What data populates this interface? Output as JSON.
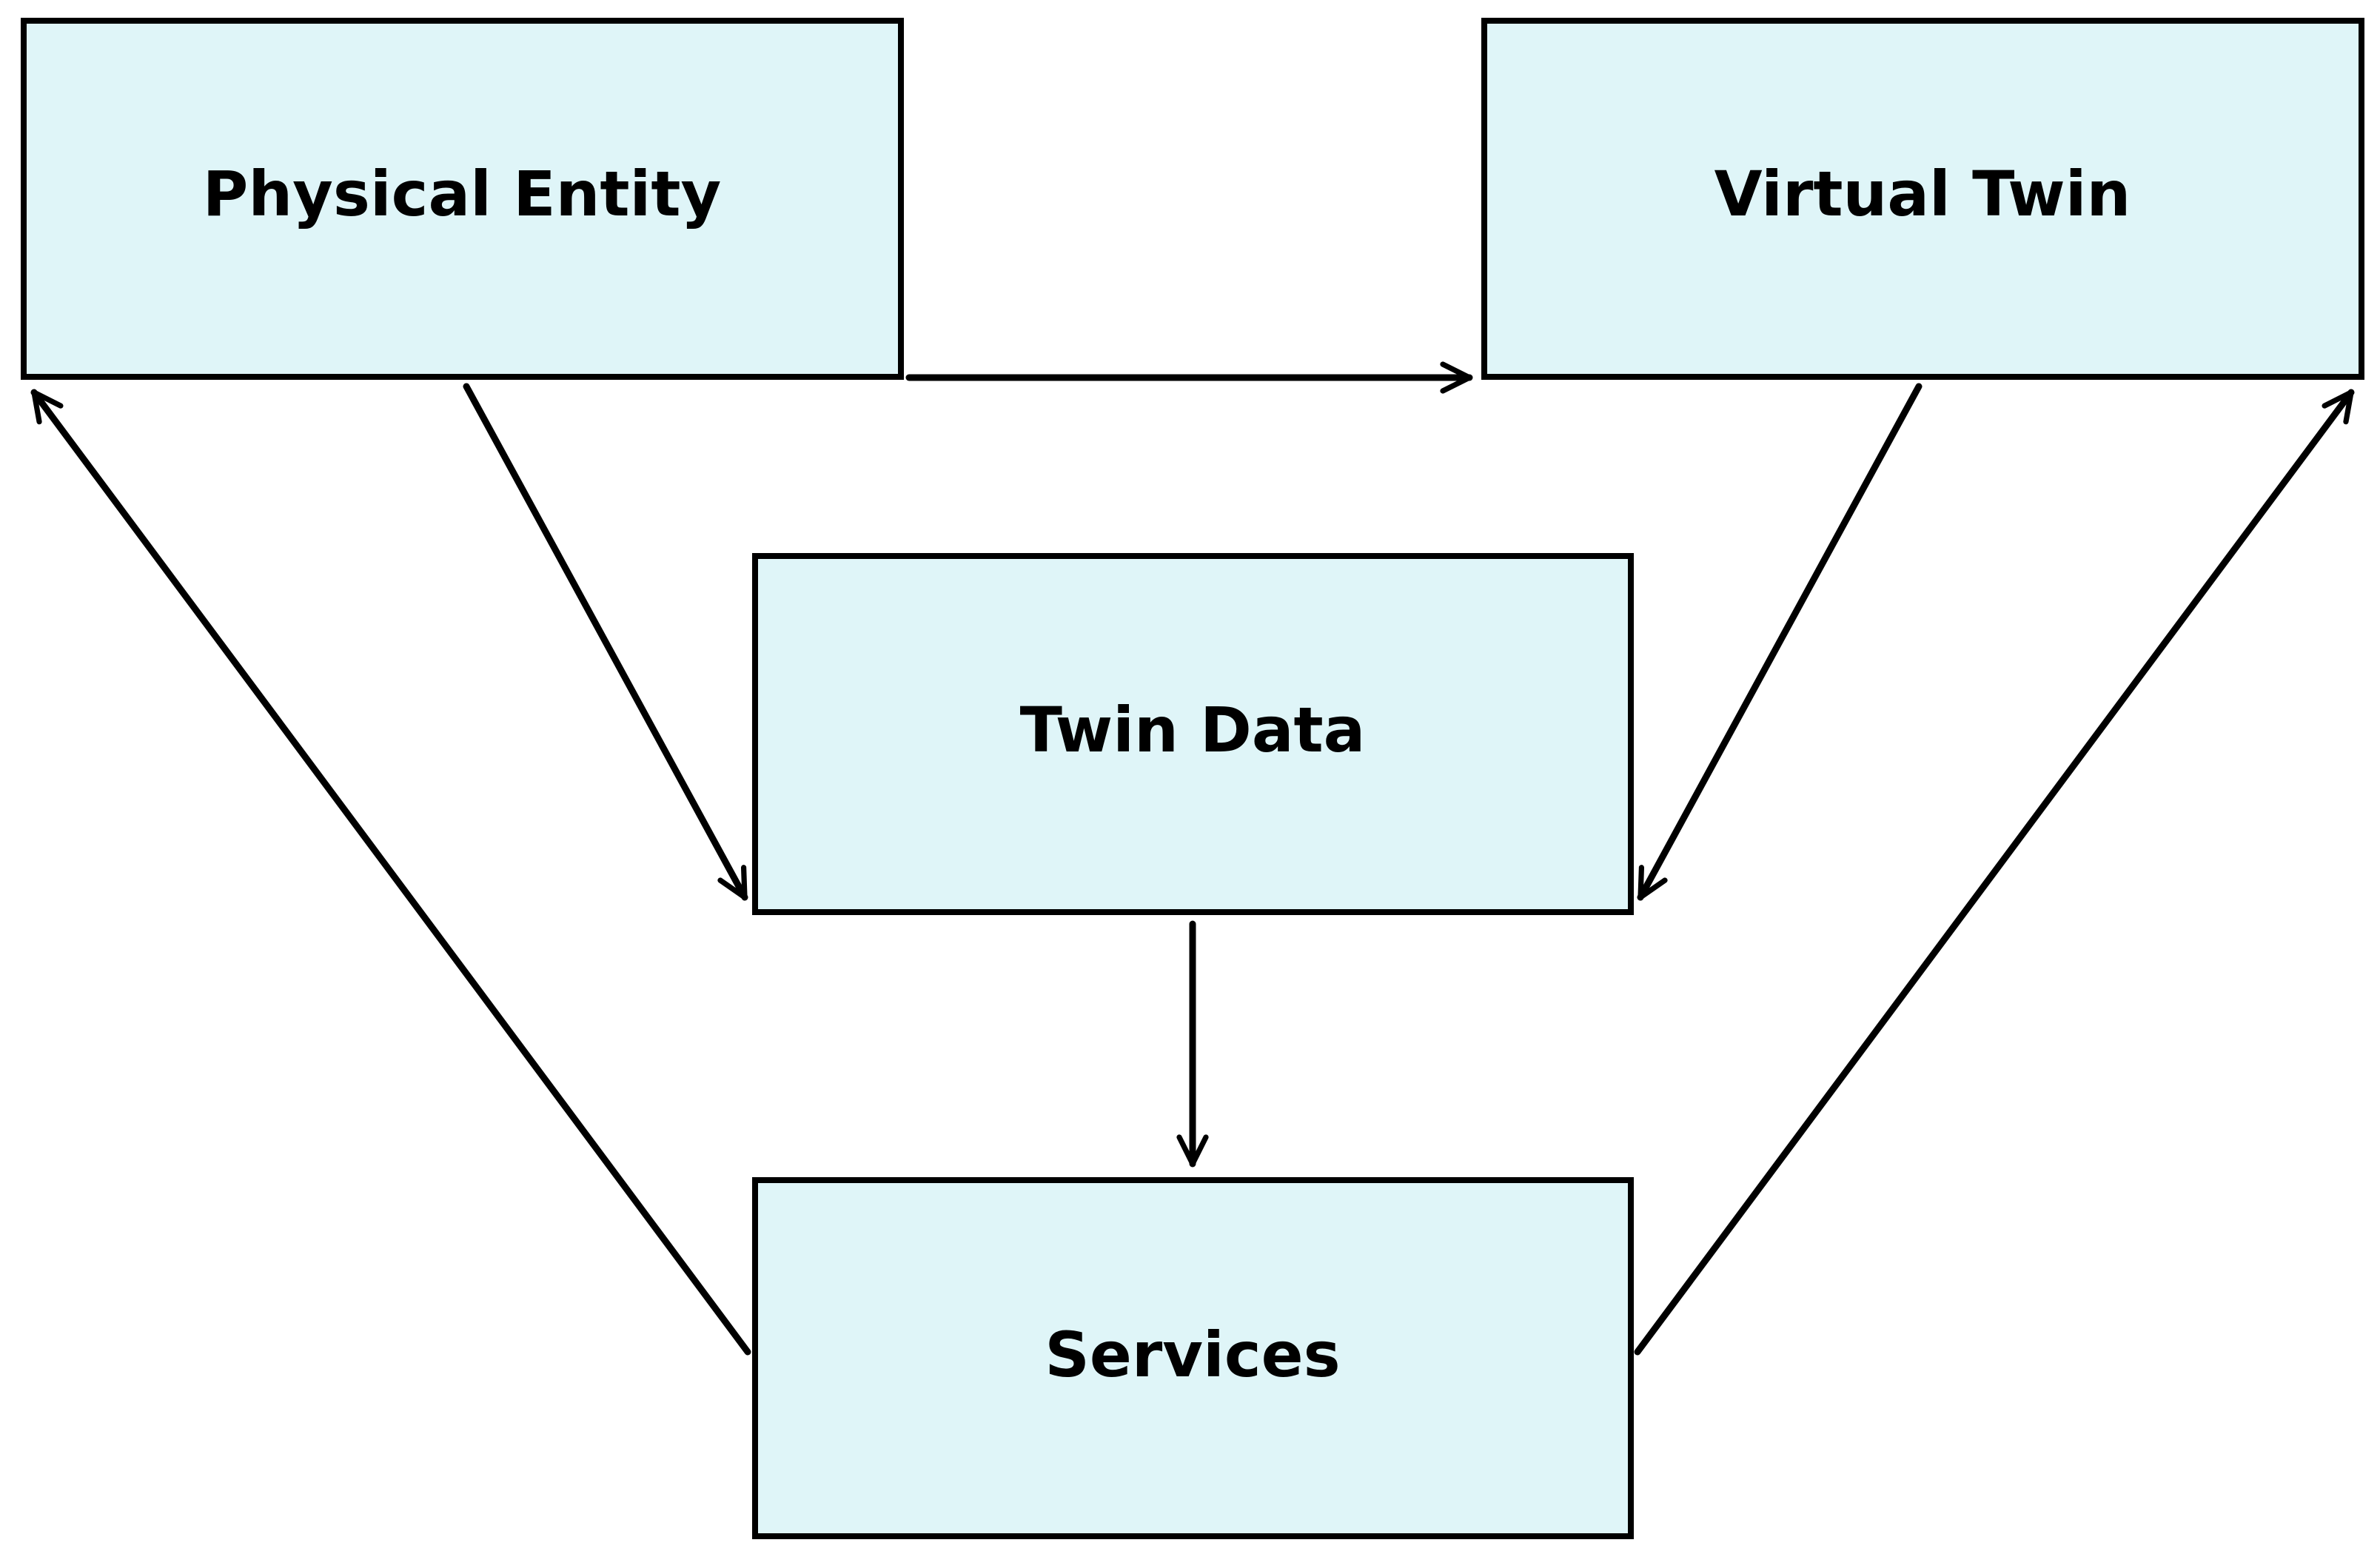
{
  "diagram": {
    "nodes": {
      "physical_entity": {
        "label": "Physical Entity"
      },
      "virtual_twin": {
        "label": "Virtual Twin"
      },
      "twin_data": {
        "label": "Twin Data"
      },
      "services": {
        "label": "Services"
      }
    },
    "edges": [
      {
        "from": "physical_entity",
        "to": "virtual_twin"
      },
      {
        "from": "physical_entity",
        "to": "twin_data"
      },
      {
        "from": "virtual_twin",
        "to": "twin_data"
      },
      {
        "from": "twin_data",
        "to": "services"
      },
      {
        "from": "services",
        "to": "physical_entity"
      },
      {
        "from": "services",
        "to": "virtual_twin"
      }
    ],
    "colors": {
      "box_fill": "#dff5f8",
      "stroke": "#000000",
      "text": "#000000"
    }
  }
}
